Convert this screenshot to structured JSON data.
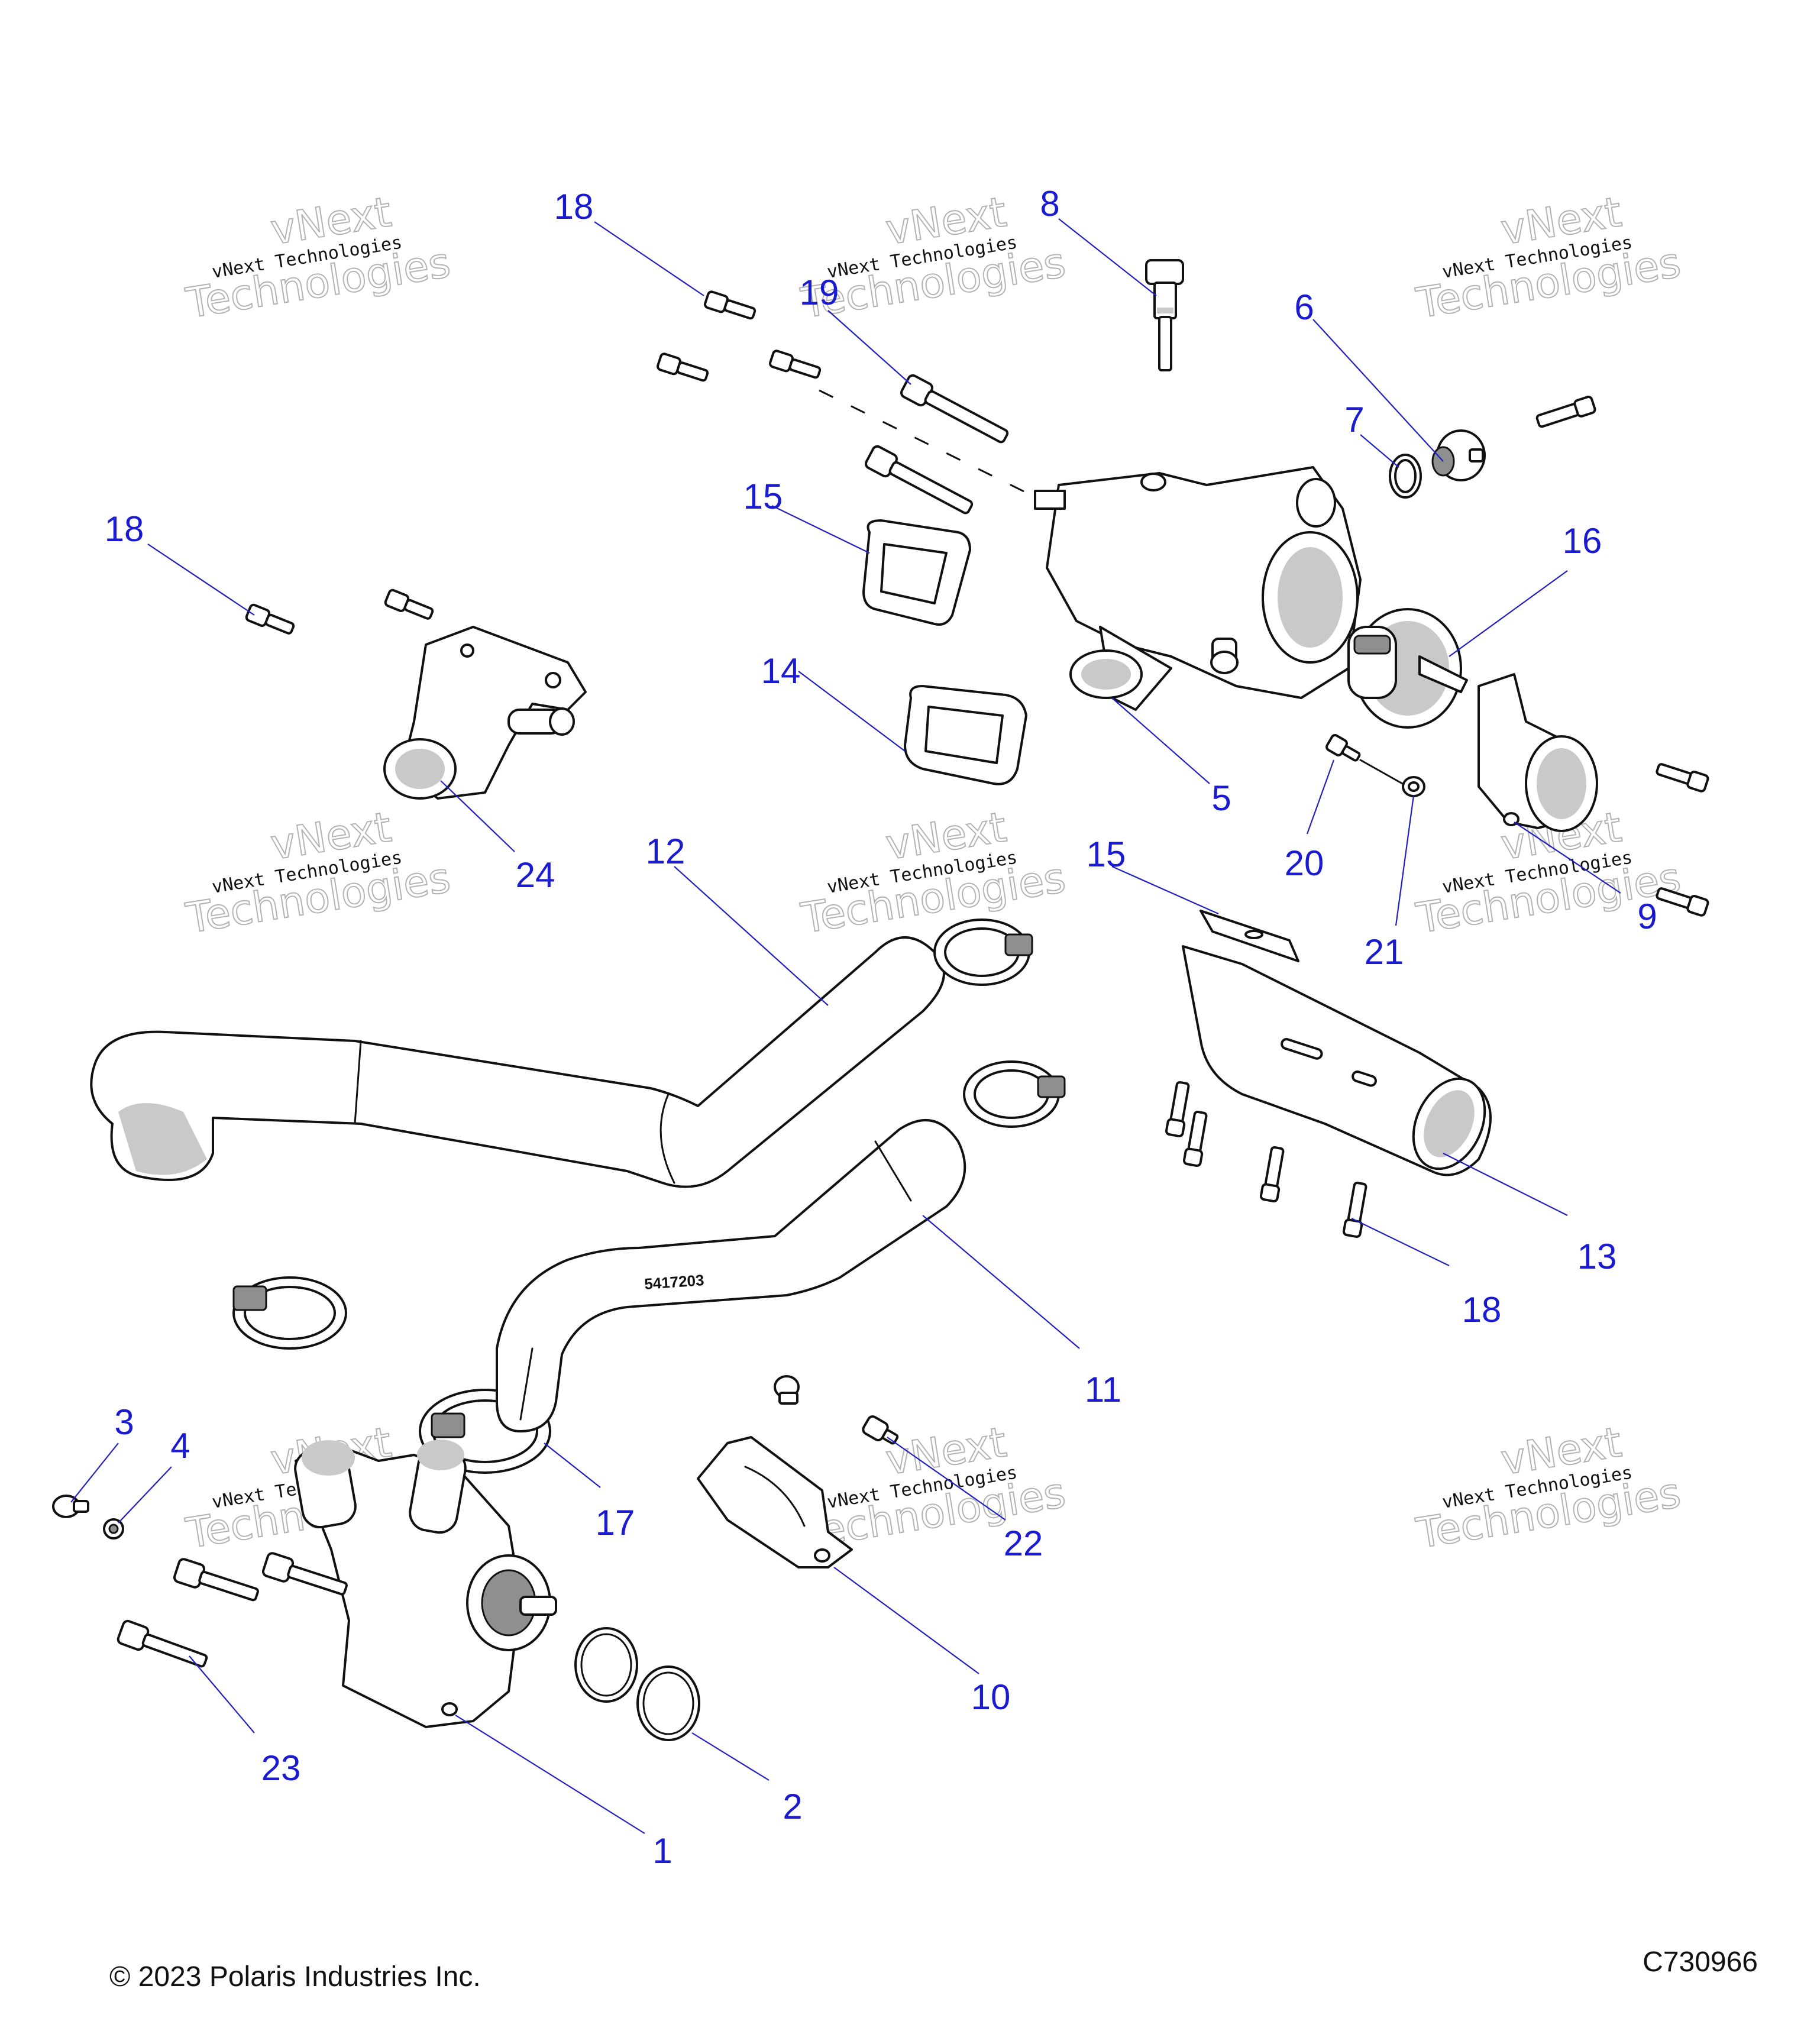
{
  "watermark": {
    "line1": "vNext Technologies",
    "line2": "vNext",
    "line3": "Technologies"
  },
  "callouts": [
    {
      "id": "c1",
      "label": "1"
    },
    {
      "id": "c2",
      "label": "2"
    },
    {
      "id": "c3",
      "label": "3"
    },
    {
      "id": "c4",
      "label": "4"
    },
    {
      "id": "c5",
      "label": "5"
    },
    {
      "id": "c6",
      "label": "6"
    },
    {
      "id": "c7",
      "label": "7"
    },
    {
      "id": "c8",
      "label": "8"
    },
    {
      "id": "c9",
      "label": "9"
    },
    {
      "id": "c10",
      "label": "10"
    },
    {
      "id": "c11",
      "label": "11"
    },
    {
      "id": "c12",
      "label": "12"
    },
    {
      "id": "c13",
      "label": "13"
    },
    {
      "id": "c14",
      "label": "14"
    },
    {
      "id": "c15a",
      "label": "15"
    },
    {
      "id": "c15b",
      "label": "15"
    },
    {
      "id": "c16",
      "label": "16"
    },
    {
      "id": "c17",
      "label": "17"
    },
    {
      "id": "c18a",
      "label": "18"
    },
    {
      "id": "c18b",
      "label": "18"
    },
    {
      "id": "c18c",
      "label": "18"
    },
    {
      "id": "c19",
      "label": "19"
    },
    {
      "id": "c20",
      "label": "20"
    },
    {
      "id": "c21",
      "label": "21"
    },
    {
      "id": "c22",
      "label": "22"
    },
    {
      "id": "c23",
      "label": "23"
    },
    {
      "id": "c24",
      "label": "24"
    }
  ],
  "hose_marking": "5417203",
  "footer": {
    "copyright": "© 2023 Polaris Industries Inc.",
    "diagram_code": "C730966"
  },
  "colors": {
    "callout": "#1a1ad0",
    "leader": "#2020c0",
    "line": "#111111",
    "shade": "#c9c9c9"
  }
}
